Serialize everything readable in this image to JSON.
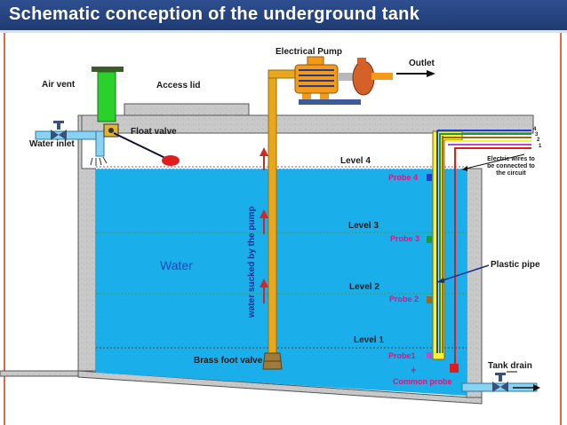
{
  "title": "Schematic conception of the underground tank",
  "labels": {
    "electrical_pump": "Electrical Pump",
    "outlet": "Outlet",
    "air_vent": "Air vent",
    "access_lid": "Access lid",
    "water_inlet": "Water inlet",
    "float_valve": "Float valve",
    "water": "Water",
    "water_sucked": "water sucked by the pump",
    "brass_foot_valve": "Brass foot valve",
    "electric_wires": "Electric wires to be connected to the circuit",
    "plastic_pipe": "Plastic pipe",
    "tank_drain": "Tank drain",
    "common_probe": "Common probe",
    "plus_sign": "+"
  },
  "levels": [
    {
      "level": "Level 4",
      "probe": "Probe 4",
      "probe_color": "#1b3fd6"
    },
    {
      "level": "Level 3",
      "probe": "Probe 3",
      "probe_color": "#1a9a3a"
    },
    {
      "level": "Level 2",
      "probe": "Probe 2",
      "probe_color": "#9a6a16"
    },
    {
      "level": "Level 1",
      "probe": "Probe1",
      "probe_color": "#c04ad6"
    }
  ],
  "wire_numbers": [
    "4",
    "3",
    "2",
    "1"
  ],
  "colors": {
    "water": "#1aaeeb",
    "wall": "#c7c7c7",
    "pipe": "#e7a91b",
    "plastic_pipe": "#ffef33",
    "title_bar": "#2e4e8f",
    "frame_accent": "#e06a3c",
    "float_ball": "#e01c1c",
    "common_probe": "#e01c1c"
  },
  "icons": [
    "pump-motor-icon",
    "float-ball-icon",
    "valve-icon",
    "flow-arrow-icon"
  ]
}
